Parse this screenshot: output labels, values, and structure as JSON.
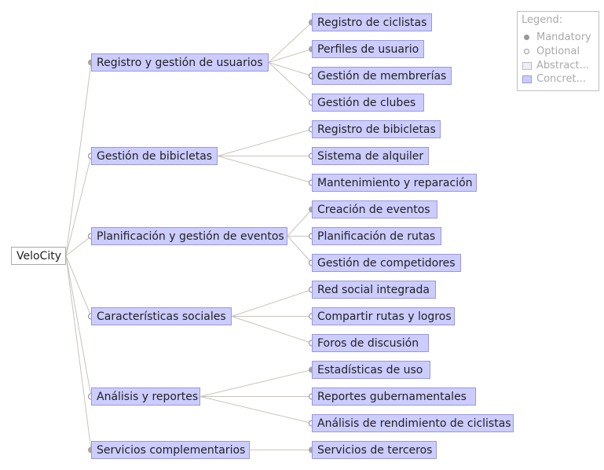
{
  "diagram": {
    "root": "VeloCity",
    "groups": [
      {
        "label": "Registro y gestión de usuarios",
        "mandatory": true,
        "children": [
          {
            "label": "Registro de ciclistas",
            "mandatory": true
          },
          {
            "label": "Perfiles de usuario",
            "mandatory": true
          },
          {
            "label": "Gestión de membrerías",
            "mandatory": false
          },
          {
            "label": "Gestión de clubes",
            "mandatory": false
          }
        ]
      },
      {
        "label": "Gestión de bibicletas",
        "mandatory": false,
        "children": [
          {
            "label": "Registro de bibicletas",
            "mandatory": false
          },
          {
            "label": "Sistema de alquiler",
            "mandatory": false
          },
          {
            "label": "Mantenimiento y reparación",
            "mandatory": false
          }
        ]
      },
      {
        "label": "Planificación y gestión de eventos",
        "mandatory": false,
        "children": [
          {
            "label": "Creación de eventos",
            "mandatory": true
          },
          {
            "label": "Planificación de rutas",
            "mandatory": false
          },
          {
            "label": "Gestión de competidores",
            "mandatory": false
          }
        ]
      },
      {
        "label": "Características sociales",
        "mandatory": false,
        "children": [
          {
            "label": "Red social integrada",
            "mandatory": false
          },
          {
            "label": "Compartir rutas y logros",
            "mandatory": false
          },
          {
            "label": "Foros de discusión",
            "mandatory": false
          }
        ]
      },
      {
        "label": "Análisis y reportes",
        "mandatory": false,
        "children": [
          {
            "label": "Estadísticas de uso",
            "mandatory": true
          },
          {
            "label": "Reportes gubernamentales",
            "mandatory": false
          },
          {
            "label": "Análisis de rendimiento de ciclistas",
            "mandatory": false
          }
        ]
      },
      {
        "label": "Servicios complementarios",
        "mandatory": true,
        "children": [
          {
            "label": "Servicios de terceros",
            "mandatory": true
          }
        ]
      }
    ]
  },
  "legend": {
    "title": "Legend:",
    "mandatory": "Mandatory",
    "optional": "Optional",
    "abstract": "Abstract...",
    "concrete": "Concret..."
  },
  "colors": {
    "concrete_fill": "#ccccff",
    "concrete_border": "#9999dd",
    "edge": "#c8c4bc",
    "mandatory_dot": "#aaa49a"
  }
}
